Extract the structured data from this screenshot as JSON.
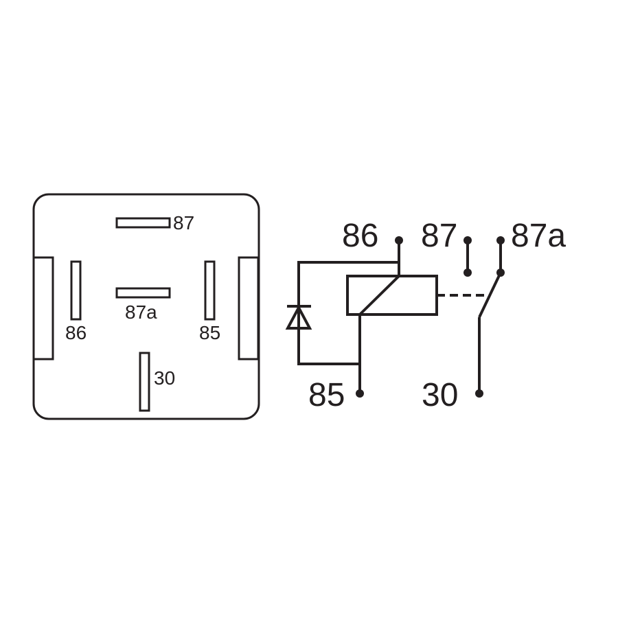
{
  "pinout": {
    "labels": {
      "pin87": "87",
      "pin87a": "87a",
      "pin86": "86",
      "pin85": "85",
      "pin30": "30"
    }
  },
  "schematic": {
    "labels": {
      "pin86": "86",
      "pin87": "87",
      "pin87a": "87a",
      "pin85": "85",
      "pin30": "30"
    }
  },
  "colors": {
    "line": "#231f20",
    "background": "#ffffff"
  }
}
